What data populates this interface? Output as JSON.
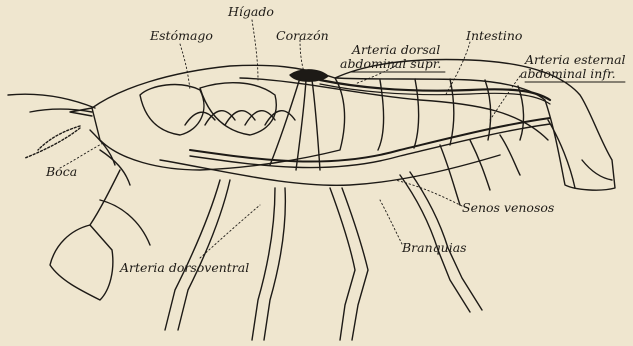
{
  "figure": {
    "labels": {
      "higado": "Hígado",
      "estomago": "Estómago",
      "corazon": "Corazón",
      "arteria_dorsal_1": "Arteria dorsal",
      "arteria_dorsal_2": "abdominal supr.",
      "intestino": "Intestino",
      "arteria_esternal_1": "Arteria esternal",
      "arteria_esternal_2": "abdominal infr.",
      "boca": "Boca",
      "senos_venosos": "Senos venosos",
      "branquias": "Branquias",
      "arteria_dorsoventral": "Arteria dorsoventral"
    }
  }
}
